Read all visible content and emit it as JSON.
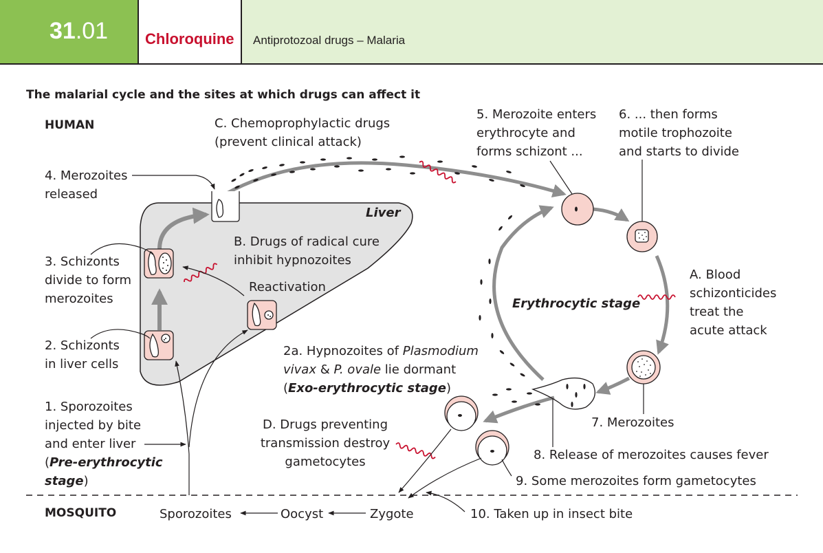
{
  "header": {
    "number_main": "31",
    "number_sub": ".01",
    "drug": "Chloroquine",
    "subtitle": "Antiprotozoal drugs – Malaria",
    "accent_color": "#8cc152",
    "title_color": "#c8102e",
    "subtitle_bg": "#e3f1d4"
  },
  "diagram": {
    "title": "The malarial cycle and the sites at which drugs can affect it",
    "zones": {
      "human": "HUMAN",
      "mosquito": "MOSQUITO",
      "liver": "Liver"
    },
    "stage_label": "Erythrocytic stage",
    "steps": {
      "s1": {
        "l1": "1. Sporozoites",
        "l2": "injected by bite",
        "l3": "and enter liver",
        "l4_open": "(",
        "l4_em": "Pre-erythrocytic",
        "l5_em": "stage",
        "l5_close": ")"
      },
      "s2": {
        "l1": "2. Schizonts",
        "l2": "in liver cells"
      },
      "s2a": {
        "l1_pre": "2a. Hypnozoites of ",
        "l1_em": "Plasmodium",
        "l2_em1": "vivax",
        "l2_mid": " & ",
        "l2_em2": "P. ovale",
        "l2_post": " lie dormant",
        "l3_open": "(",
        "l3_em": "Exo-erythrocytic stage",
        "l3_close": ")"
      },
      "s3": {
        "l1": "3. Schizonts",
        "l2": "divide to form",
        "l3": "merozoites"
      },
      "s4": {
        "l1": "4. Merozoites",
        "l2": "released"
      },
      "s5": {
        "l1": "5. Merozoite enters",
        "l2": "erythrocyte and",
        "l3": "forms schizont ..."
      },
      "s6": {
        "l1": "6. ... then forms",
        "l2": "motile trophozoite",
        "l3": "and starts to divide"
      },
      "s7": "7. Merozoites",
      "s8": "8. Release of merozoites causes fever",
      "s9": "9. Some merozoites form gametocytes",
      "s10": "10. Taken up in insect bite",
      "reactivation": "Reactivation"
    },
    "drugs": {
      "A": {
        "l1": "A. Blood",
        "l2": "schizonticides",
        "l3": "treat the",
        "l4": "acute attack"
      },
      "B": {
        "l1": "B. Drugs of radical cure",
        "l2": "inhibit hypnozoites"
      },
      "C": {
        "l1": "C. Chemoprophylactic drugs",
        "l2": "(prevent clinical attack)"
      },
      "D": {
        "l1": "D. Drugs preventing",
        "l2": "transmission destroy",
        "l3": "gametocytes"
      }
    },
    "mosquito_cycle": {
      "sporozoites": "Sporozoites",
      "oocyst": "Oocyst",
      "zygote": "Zygote"
    },
    "colors": {
      "liver_fill": "#e3e3e3",
      "cell_fill": "#f8d3cd",
      "drug_wave": "#c8102e",
      "flow_arrow": "#8e8e8e"
    }
  }
}
